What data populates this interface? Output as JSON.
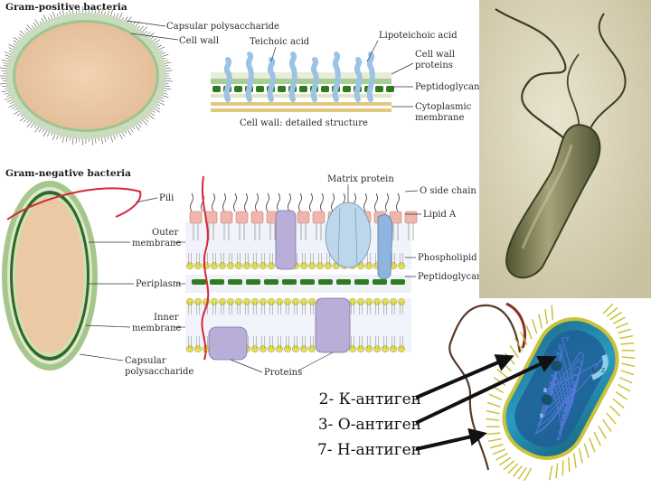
{
  "gram_positive": {
    "title": "Gram-positive bacteria",
    "capsular_polysaccharide": "Capsular polysaccharide",
    "cell_wall": "Cell wall",
    "teichoic_acid": "Teichoic acid",
    "lipoteichoic_acid": "Lipoteichoic acid",
    "cell_wall_proteins_1": "Cell wall",
    "cell_wall_proteins_2": "proteins",
    "peptidoglycan": "Peptidoglycan",
    "cytoplasmic_membrane_1": "Cytoplasmic",
    "cytoplasmic_membrane_2": "membrane",
    "detail_caption": "Cell wall: detailed structure"
  },
  "gram_negative": {
    "title": "Gram-negative bacteria",
    "pili": "Pili",
    "outer_membrane_1": "Outer",
    "outer_membrane_2": "membrane",
    "periplasm": "Periplasm",
    "inner_membrane_1": "Inner",
    "inner_membrane_2": "membrane",
    "capsular_1": "Capsular",
    "capsular_2": "polysaccharide",
    "matrix_protein": "Matrix protein",
    "o_side_chain": "O side chain",
    "lipid_a": "Lipid A",
    "phospholipid": "Phospholipid",
    "peptidoglycan": "Peptidoglycan",
    "proteins": "Proteins"
  },
  "cell_3d": {
    "marker_8": "8",
    "marker_9": "9",
    "marker_e": "E",
    "marker_z": "Z"
  },
  "antigens": {
    "k": "2- К-антиген",
    "o": "3- О-антиген",
    "h": "7- Н-антиген"
  },
  "colors": {
    "cell_fill": "#ebc9a4",
    "capsule": "#c9dcc0",
    "wall": "#3e7a2c",
    "peptidoglycan": "#2f7a1e",
    "protein_blue": "#bcd6ea",
    "protein_purple": "#b8aed8",
    "lipid_pink": "#f0b6ad",
    "arrow": "#111111"
  }
}
